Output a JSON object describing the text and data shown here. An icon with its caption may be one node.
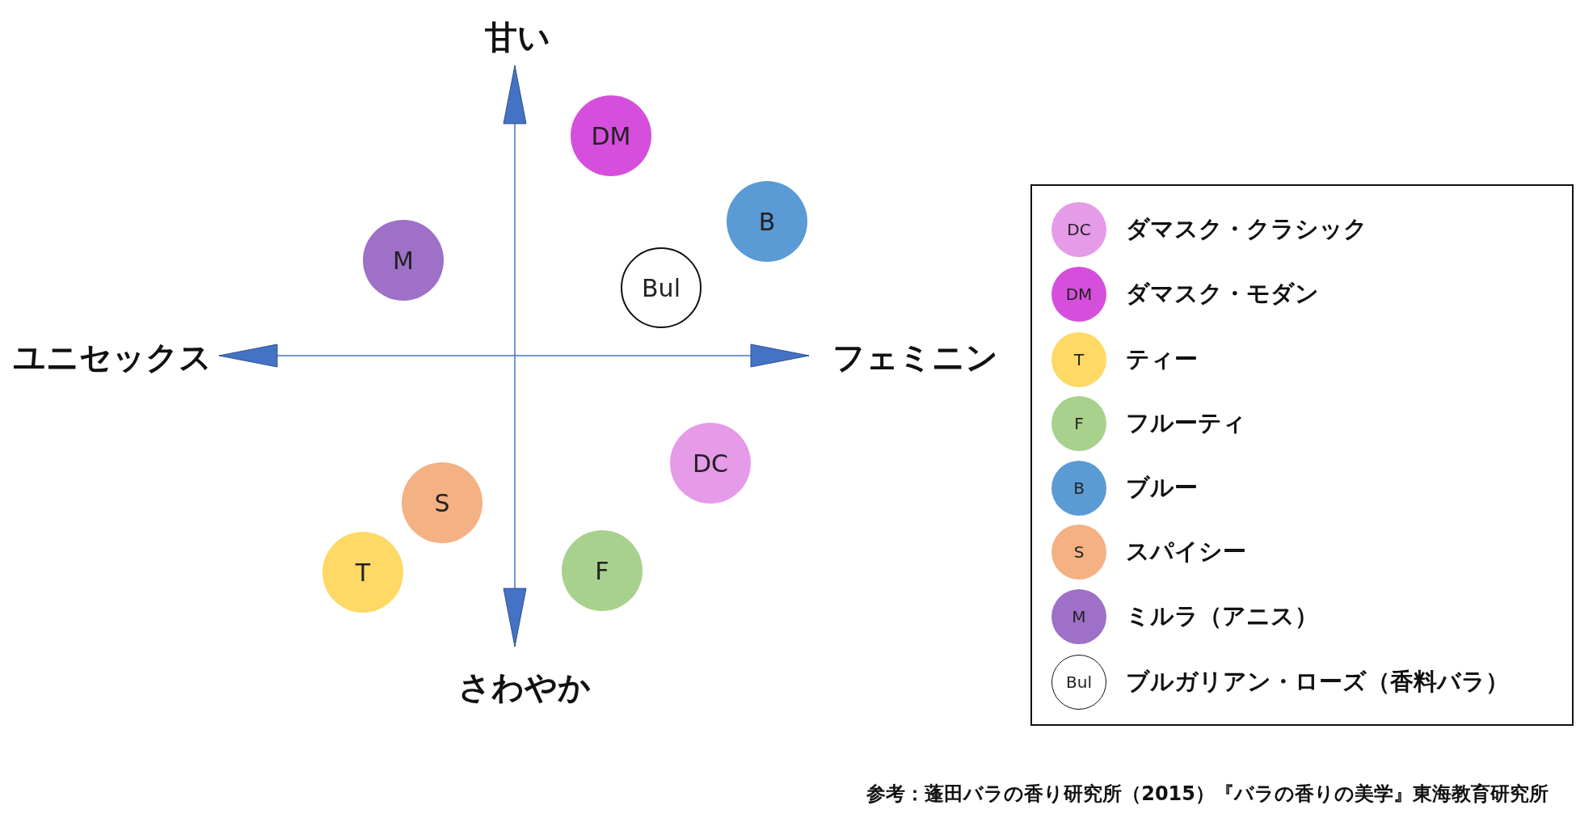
{
  "diagram": {
    "caption": "参考：蓬田バラの香り研究所（2015）『バラの香りの美学』東海教育研究所",
    "nodes": [
      {
        "text": [
          "DM"
        ]
      },
      {
        "text": [
          "B"
        ]
      },
      {
        "text": [
          "M"
        ]
      },
      {
        "text": [
          "Bul"
        ]
      },
      {
        "text": [
          "DC"
        ]
      },
      {
        "text": [
          "S"
        ]
      },
      {
        "text": [
          "T"
        ]
      },
      {
        "text": [
          "F"
        ]
      }
    ],
    "edges": [],
    "labels": [
      "甘い",
      "ユニセックス",
      "フェミニン",
      "さわやか",
      "DC",
      "DM",
      "T",
      "F",
      "B",
      "S",
      "M",
      "Bul"
    ],
    "legend": [
      {
        "text": "ダマスク・クラシック",
        "color": "#e59be8"
      },
      {
        "text": "ダマスク・モダン",
        "color": "#d64fdc"
      },
      {
        "text": "ティー",
        "color": "#ffd966"
      },
      {
        "text": "フルーティ",
        "color": "#a9d18e"
      },
      {
        "text": "ブルー",
        "color": "#5b9bd5"
      },
      {
        "text": "スパイシー",
        "color": "#f4b183"
      },
      {
        "text": "ミルラ（アニス）",
        "color": "#9e70c8"
      },
      {
        "text": "ブルガリアン・ローズ（香料バラ）",
        "color": "#ffffff"
      }
    ]
  }
}
